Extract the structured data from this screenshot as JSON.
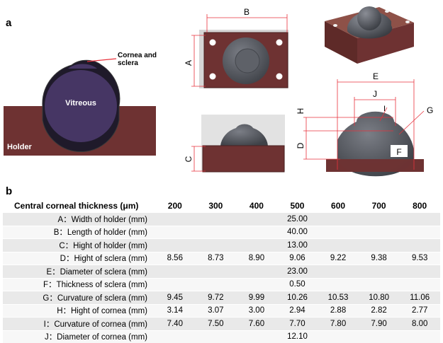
{
  "panel_a_label": "a",
  "panel_b_label": "b",
  "fig_a": {
    "cornea_sclera_label": "Cornea and\nsclera",
    "cornea_sclera_line1": "Cornea and",
    "cornea_sclera_line2": "sclera",
    "vitreous_label": "Vitreous",
    "holder_label": "Holder",
    "dim_A": "A",
    "dim_B": "B",
    "dim_C": "C",
    "dim_D": "D",
    "dim_E": "E",
    "dim_F": "F",
    "dim_G": "G",
    "dim_H": "H",
    "dim_I": "I",
    "dim_J": "J",
    "colors": {
      "holder": "#6e3232",
      "vitreous": "#463664",
      "sphere": "#55585f",
      "dim_line": "#e8323c"
    }
  },
  "table": {
    "header_param": "Central corneal thickness (μm)",
    "columns": [
      "200",
      "300",
      "400",
      "500",
      "600",
      "700",
      "800"
    ],
    "rows": [
      {
        "label": "A：Width of holder (mm)",
        "single": "25.00"
      },
      {
        "label": "B：Length of holder (mm)",
        "single": "40.00"
      },
      {
        "label": "C：Hight of holder (mm)",
        "single": "13.00"
      },
      {
        "label": "D：Hight of sclera (mm)",
        "values": [
          "8.56",
          "8.73",
          "8.90",
          "9.06",
          "9.22",
          "9.38",
          "9.53"
        ]
      },
      {
        "label": "E：Diameter of sclera (mm)",
        "single": "23.00"
      },
      {
        "label": "F：Thickness of sclera (mm)",
        "single": "0.50"
      },
      {
        "label": "G：Curvature of sclera (mm)",
        "values": [
          "9.45",
          "9.72",
          "9.99",
          "10.26",
          "10.53",
          "10.80",
          "11.06"
        ]
      },
      {
        "label": "H：Hight of cornea (mm)",
        "values": [
          "3.14",
          "3.07",
          "3.00",
          "2.94",
          "2.88",
          "2.82",
          "2.77"
        ]
      },
      {
        "label": "I：Curvature of cornea (mm)",
        "values": [
          "7.40",
          "7.50",
          "7.60",
          "7.70",
          "7.80",
          "7.90",
          "8.00"
        ]
      },
      {
        "label": "J：Diameter of cornea (mm)",
        "single": "12.10"
      }
    ]
  }
}
